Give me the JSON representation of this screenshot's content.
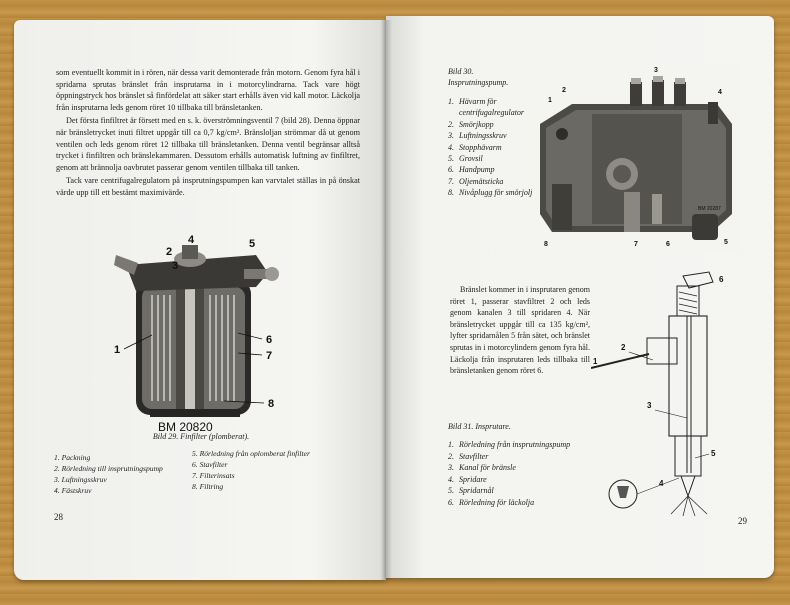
{
  "left_page": {
    "paragraphs": [
      "som eventuellt kommit in i rören, när dessa varit demonterade från motorn. Genom fyra hål i spridarna sprutas bränslet från insprutarna in i motorcylindrarna. Tack vare högt öppningstryck hos bränslet så finfördelat att säker start erhålls även vid kall motor. Läckolja från insprutarna leds genom röret 10 tillbaka till bränsletanken.",
      "Det första finfiltret är försett med en s. k. överströmningsventil 7 (bild 28). Denna öppnar när bränsletrycket inuti filtret uppgår till ca 0,7 kg/cm². Bränsloljan strömmar då ut genom ventilen och leds genom röret 12 tillbaka till bränsletanken. Denna ventil begränsar alltså trycket i finfiltren och bränslekammaren. Dessutom erhålls automatisk luftning av finfiltret, genom att brännolja oavbrutet passerar genom ventilen tillbaka till tanken.",
      "Tack vare centrifugalregulatorn på insprutningspumpen kan varvtalet ställas in på önskat värde upp till ett bestämt maximivärde."
    ],
    "figure": {
      "code": "BM 20820",
      "callouts": [
        "1",
        "2",
        "3",
        "4",
        "5",
        "6",
        "7",
        "8"
      ],
      "caption": "Bild 29. Finfilter (plomberat)."
    },
    "legend_left": [
      "1. Packning",
      "2. Rörledning till insprutningspump",
      "3. Luftningsskruv",
      "4. Fästskruv"
    ],
    "legend_right": [
      "5. Rörledning från oplomberat finfilter",
      "6. Stavfilter",
      "7. Filterinsats",
      "8. Filtring"
    ],
    "page_number": "28"
  },
  "right_page": {
    "fig30_title": "Bild 30.",
    "fig30_subtitle": "Insprutningspump.",
    "fig30_items": [
      {
        "num": "1.",
        "text": "Hävarm för centrifugalregulator"
      },
      {
        "num": "2.",
        "text": "Smörjkopp"
      },
      {
        "num": "3.",
        "text": "Luftningsskruv"
      },
      {
        "num": "4.",
        "text": "Stopphävarm"
      },
      {
        "num": "5.",
        "text": "Grovsil"
      },
      {
        "num": "6.",
        "text": "Handpump"
      },
      {
        "num": "7.",
        "text": "Oljemätsticka"
      },
      {
        "num": "8.",
        "text": "Nivåplugg för smörjolja"
      }
    ],
    "pump_code": "BM 20287",
    "pump_callouts": [
      "1",
      "2",
      "3",
      "4",
      "5",
      "6",
      "7",
      "8"
    ],
    "paragraph": "Bränslet kommer in i insprutaren genom röret 1, passerar stavfiltret 2 och leds genom kanalen 3 till spridaren 4. När bränsletrycket uppgår till ca 135 kg/cm², lyfter spridarnålen 5 från sätet, och bränslet sprutas in i motorcylindern genom fyra hål. Läckolja från insprutaren leds tillbaka till bränsletanken genom röret 6.",
    "fig31_title": "Bild 31. Insprutare.",
    "fig31_items": [
      {
        "num": "1.",
        "text": "Rörledning från insprutningspump"
      },
      {
        "num": "2.",
        "text": "Stavfilter"
      },
      {
        "num": "3.",
        "text": "Kanal för bränsle"
      },
      {
        "num": "4.",
        "text": "Spridare"
      },
      {
        "num": "5.",
        "text": "Spridarnål"
      },
      {
        "num": "6.",
        "text": "Rörledning för läckolja"
      }
    ],
    "injector_callouts": [
      "1",
      "2",
      "3",
      "4",
      "5",
      "6"
    ],
    "page_number": "29"
  }
}
